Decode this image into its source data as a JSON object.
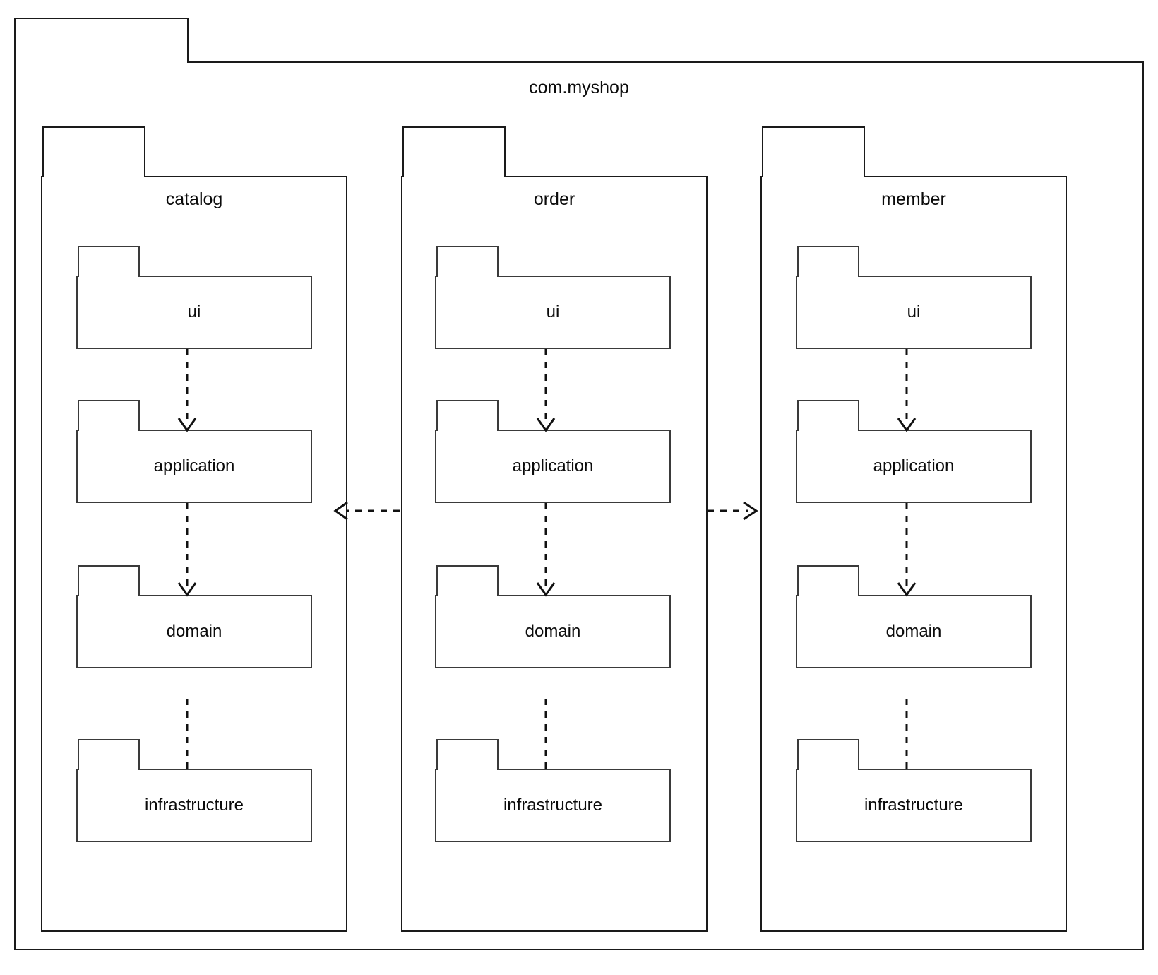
{
  "diagram": {
    "type": "uml-package-diagram",
    "root_package": {
      "name": "com.myshop"
    },
    "modules": [
      {
        "key": "catalog",
        "name": "catalog",
        "layers": [
          {
            "key": "ui",
            "name": "ui"
          },
          {
            "key": "application",
            "name": "application"
          },
          {
            "key": "domain",
            "name": "domain"
          },
          {
            "key": "infrastructure",
            "name": "infrastructure"
          }
        ]
      },
      {
        "key": "order",
        "name": "order",
        "layers": [
          {
            "key": "ui",
            "name": "ui"
          },
          {
            "key": "application",
            "name": "application"
          },
          {
            "key": "domain",
            "name": "domain"
          },
          {
            "key": "infrastructure",
            "name": "infrastructure"
          }
        ]
      },
      {
        "key": "member",
        "name": "member",
        "layers": [
          {
            "key": "ui",
            "name": "ui"
          },
          {
            "key": "application",
            "name": "application"
          },
          {
            "key": "domain",
            "name": "domain"
          },
          {
            "key": "infrastructure",
            "name": "infrastructure"
          }
        ]
      }
    ],
    "relations": [
      {
        "from": "ui",
        "to": "application",
        "style": "dashed",
        "arrow": "open",
        "direction": "down"
      },
      {
        "from": "application",
        "to": "domain",
        "style": "dashed",
        "arrow": "open",
        "direction": "down"
      },
      {
        "from": "infrastructure",
        "to": "domain",
        "style": "dashed",
        "arrow": "hollow",
        "direction": "up"
      },
      {
        "from": "order",
        "to": "catalog",
        "style": "dashed",
        "arrow": "open",
        "direction": "left"
      },
      {
        "from": "order",
        "to": "member",
        "style": "dashed",
        "arrow": "open",
        "direction": "right"
      }
    ],
    "colors": {
      "stroke": "#111111",
      "module_stroke": "#1a1a1a",
      "leaf_stroke": "#3a3a3a",
      "background": "#ffffff",
      "text": "#0b0b0b"
    }
  }
}
